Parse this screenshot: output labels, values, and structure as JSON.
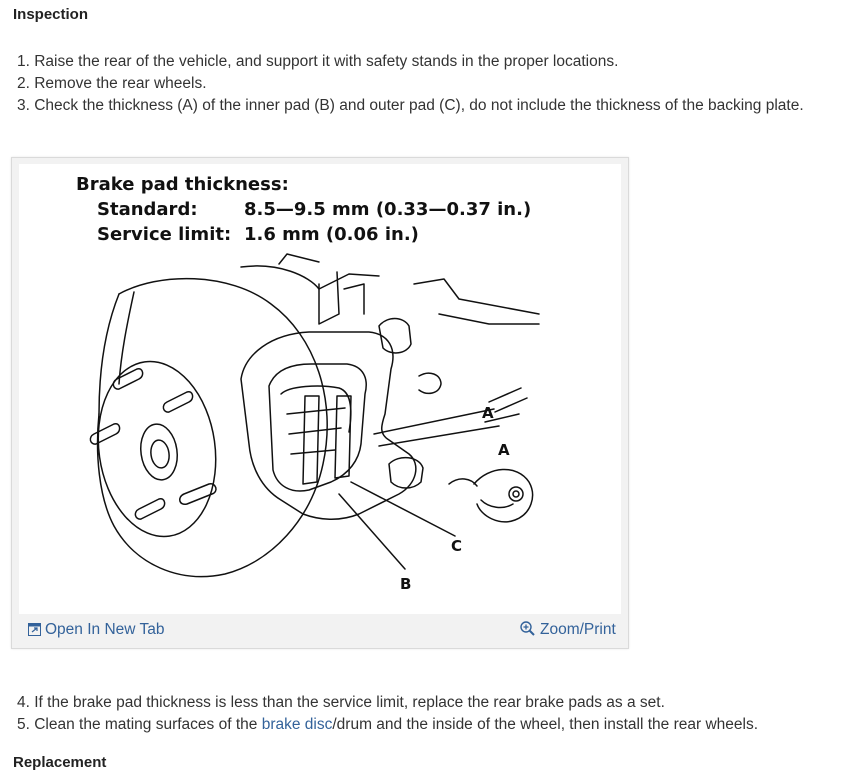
{
  "section_title": "Inspection",
  "steps_before": [
    "1. Raise the rear of the vehicle, and support it with safety stands in the proper locations.",
    "2. Remove the rear wheels.",
    "3. Check the thickness (A) of the inner pad (B) and outer pad (C), do not include the thickness of the backing plate."
  ],
  "figure": {
    "spec_title": "Brake pad thickness:",
    "standard_label": "Standard:",
    "standard_value": "8.5—9.5 mm (0.33—0.37 in.)",
    "limit_label": "Service limit:",
    "limit_value": "1.6 mm (0.06 in.)",
    "callouts": {
      "a1": "A",
      "a2": "A",
      "b": "B",
      "c": "C"
    },
    "open_link": "Open In New Tab",
    "zoom_link": "Zoom/Print"
  },
  "steps_after": {
    "step4": "4. If the brake pad thickness is less than the service limit, replace the rear brake pads as a set.",
    "step5_pre": "5. Clean the mating surfaces of the ",
    "step5_link": "brake disc",
    "step5_post": "/drum and the inside of the wheel, then install the rear wheels."
  },
  "next_heading": "Replacement"
}
